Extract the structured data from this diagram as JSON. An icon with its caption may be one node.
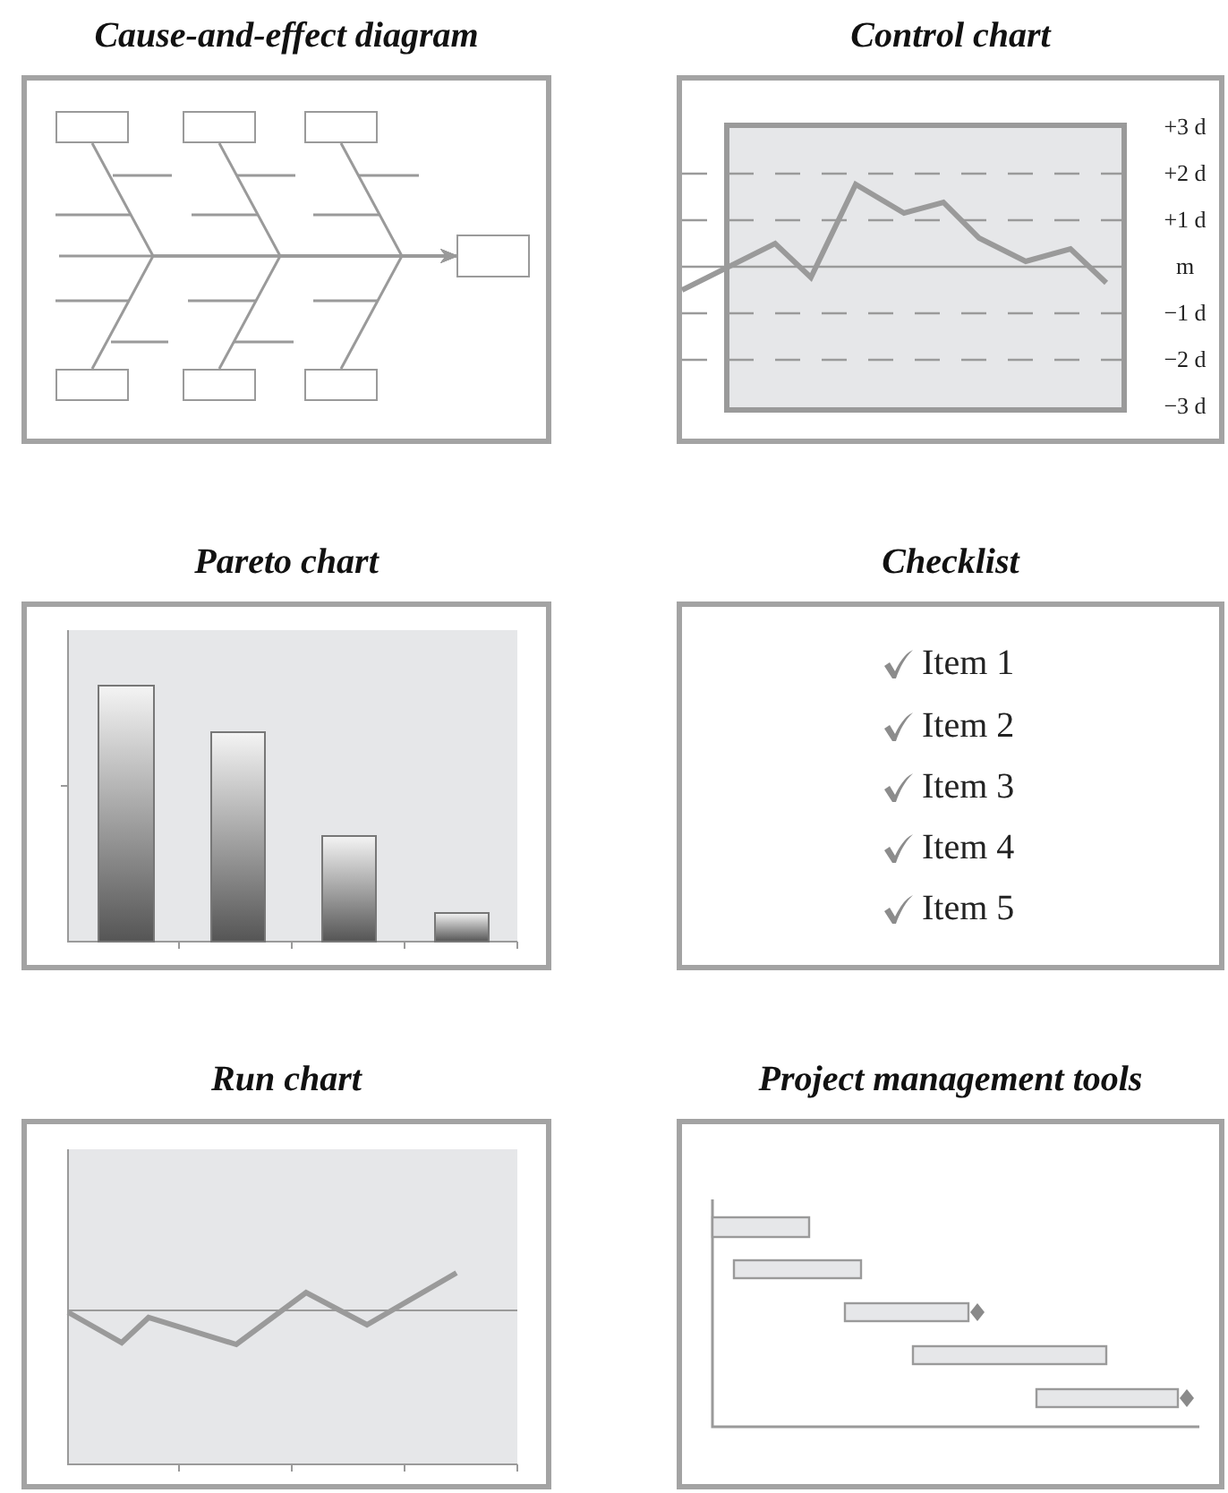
{
  "diagram": {
    "nodes": [
      {
        "text": [
          "Cause-and-effect diagram"
        ]
      },
      {
        "text": [],
        "shape": "box",
        "in": 0
      },
      {
        "text": [],
        "shape": "box",
        "in": 0
      },
      {
        "text": [],
        "shape": "box",
        "in": 0
      },
      {
        "text": [],
        "shape": "box",
        "in": 0
      },
      {
        "text": [],
        "shape": "box",
        "in": 0
      },
      {
        "text": [],
        "shape": "box",
        "in": 0
      },
      {
        "text": [],
        "shape": "box",
        "in": 0
      },
      {
        "text": [
          "Control chart"
        ]
      },
      {
        "text": [
          "Pareto chart"
        ]
      },
      {
        "text": [
          "Checklist"
        ]
      },
      {
        "text": [
          "Run chart"
        ]
      },
      {
        "text": [
          "Project management tools"
        ]
      }
    ],
    "edges": [
      {
        "from": null,
        "to": 4,
        "arrow": "to"
      },
      {
        "from": 1,
        "to": 4,
        "arrow": "to"
      },
      {
        "from": 2,
        "to": 4,
        "arrow": "to"
      },
      {
        "from": 3,
        "to": 4,
        "arrow": "to"
      },
      {
        "from": 5,
        "to": 4,
        "arrow": "to"
      },
      {
        "from": 6,
        "to": 4,
        "arrow": "to"
      },
      {
        "from": 7,
        "to": 4,
        "arrow": "to"
      }
    ],
    "labels": [
      "+3 d",
      "+2 d",
      "+1 d",
      "m",
      "−1 d",
      "−2 d",
      "−3 d",
      "Item 1",
      "Item 2",
      "Item 3",
      "Item 4",
      "Item 5"
    ]
  }
}
